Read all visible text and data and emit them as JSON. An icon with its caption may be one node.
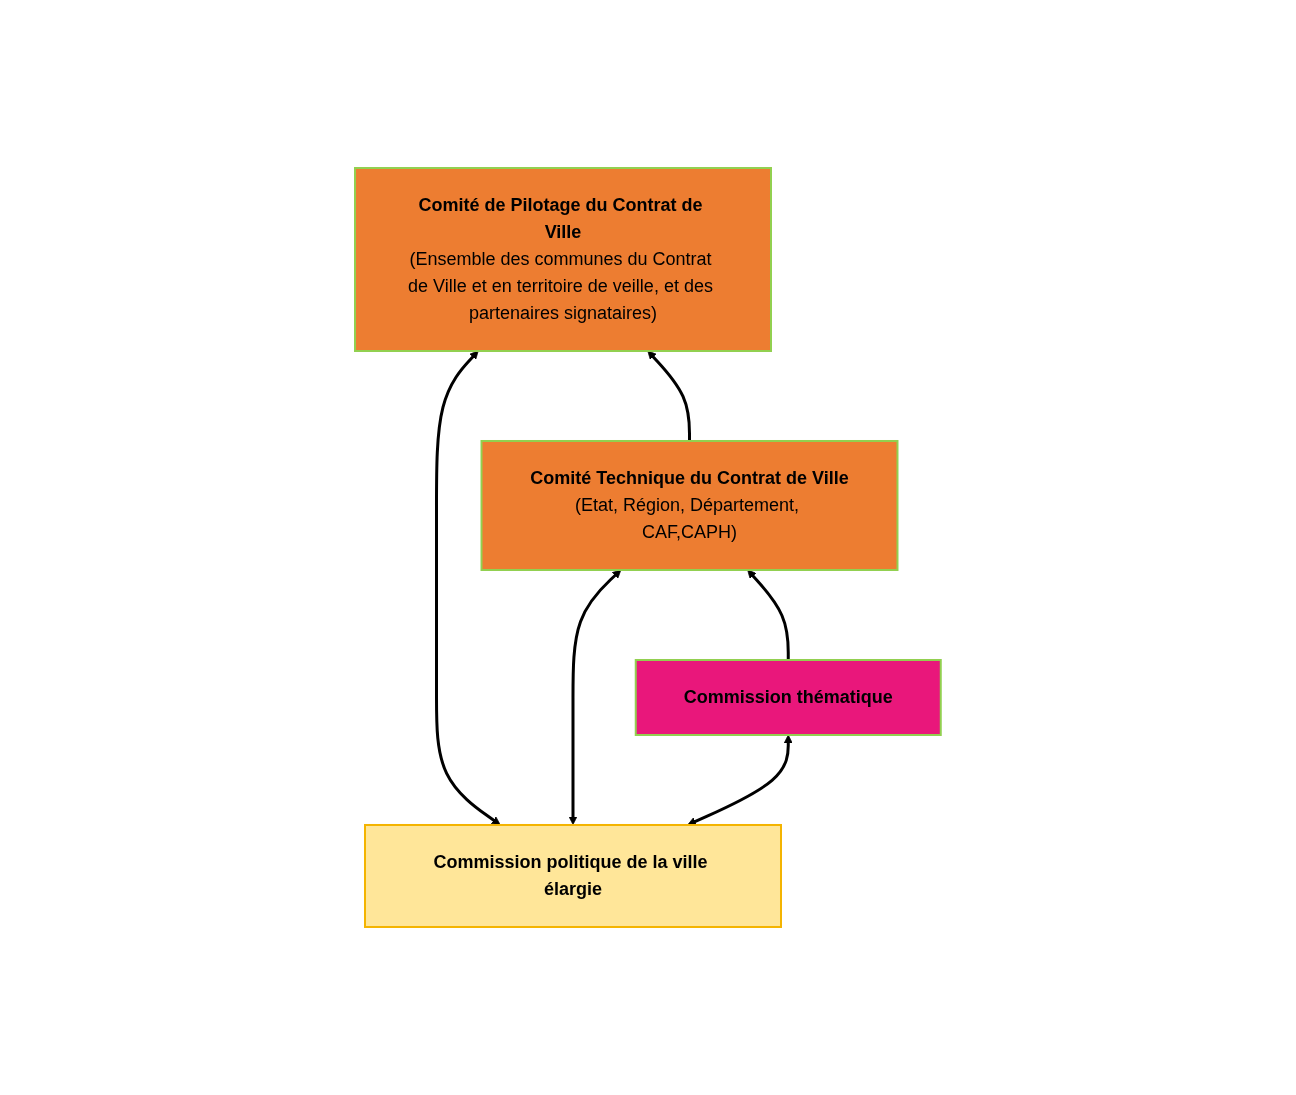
{
  "diagram": {
    "nodes": [
      {
        "text": [
          "Comité de Pilotage du Contrat de Ville",
          "(Ensemble des communes du Contrat de Ville et en territoire de veille, et des partenaires signataires)"
        ]
      },
      {
        "text": [
          "Commission politique de la ville élargie"
        ]
      },
      {
        "text": [
          "Comité Technique du Contrat de Ville",
          "(Etat, Région, Département, CAF,CAPH)"
        ]
      },
      {
        "text": [
          "Commission thématique"
        ]
      }
    ],
    "edges": [
      {
        "from": 1,
        "to": 0,
        "arrow": "both"
      },
      {
        "from": 1,
        "to": 2,
        "arrow": "both"
      },
      {
        "from": 1,
        "to": 3,
        "arrow": "both"
      },
      {
        "from": 2,
        "to": 0,
        "arrow": "to"
      },
      {
        "from": 3,
        "to": 2,
        "arrow": "to"
      }
    ]
  }
}
